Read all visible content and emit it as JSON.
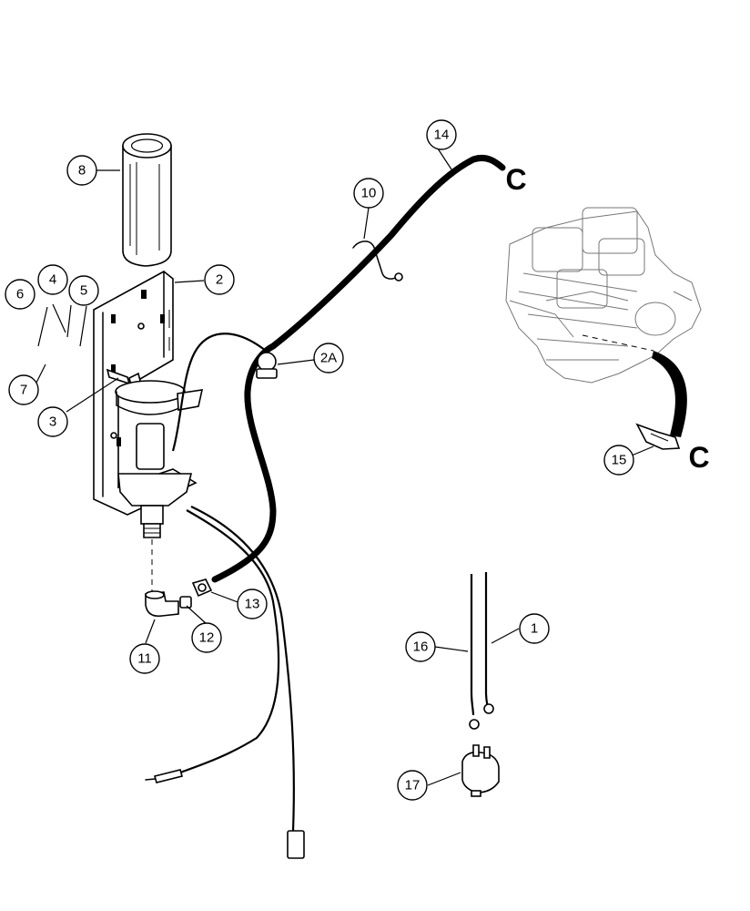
{
  "callouts": [
    {
      "id": "c1",
      "label": "1"
    },
    {
      "id": "c2",
      "label": "2"
    },
    {
      "id": "c2a",
      "label": "2A"
    },
    {
      "id": "c3",
      "label": "3"
    },
    {
      "id": "c4",
      "label": "4"
    },
    {
      "id": "c5",
      "label": "5"
    },
    {
      "id": "c6",
      "label": "6"
    },
    {
      "id": "c7",
      "label": "7"
    },
    {
      "id": "c8",
      "label": "8"
    },
    {
      "id": "c10",
      "label": "10"
    },
    {
      "id": "c11",
      "label": "11"
    },
    {
      "id": "c12",
      "label": "12"
    },
    {
      "id": "c13",
      "label": "13"
    },
    {
      "id": "c14",
      "label": "14"
    },
    {
      "id": "c15",
      "label": "15"
    },
    {
      "id": "c16",
      "label": "16"
    },
    {
      "id": "c17",
      "label": "17"
    }
  ],
  "connection_markers": {
    "hose_end": "C",
    "fitting_end": "C"
  }
}
